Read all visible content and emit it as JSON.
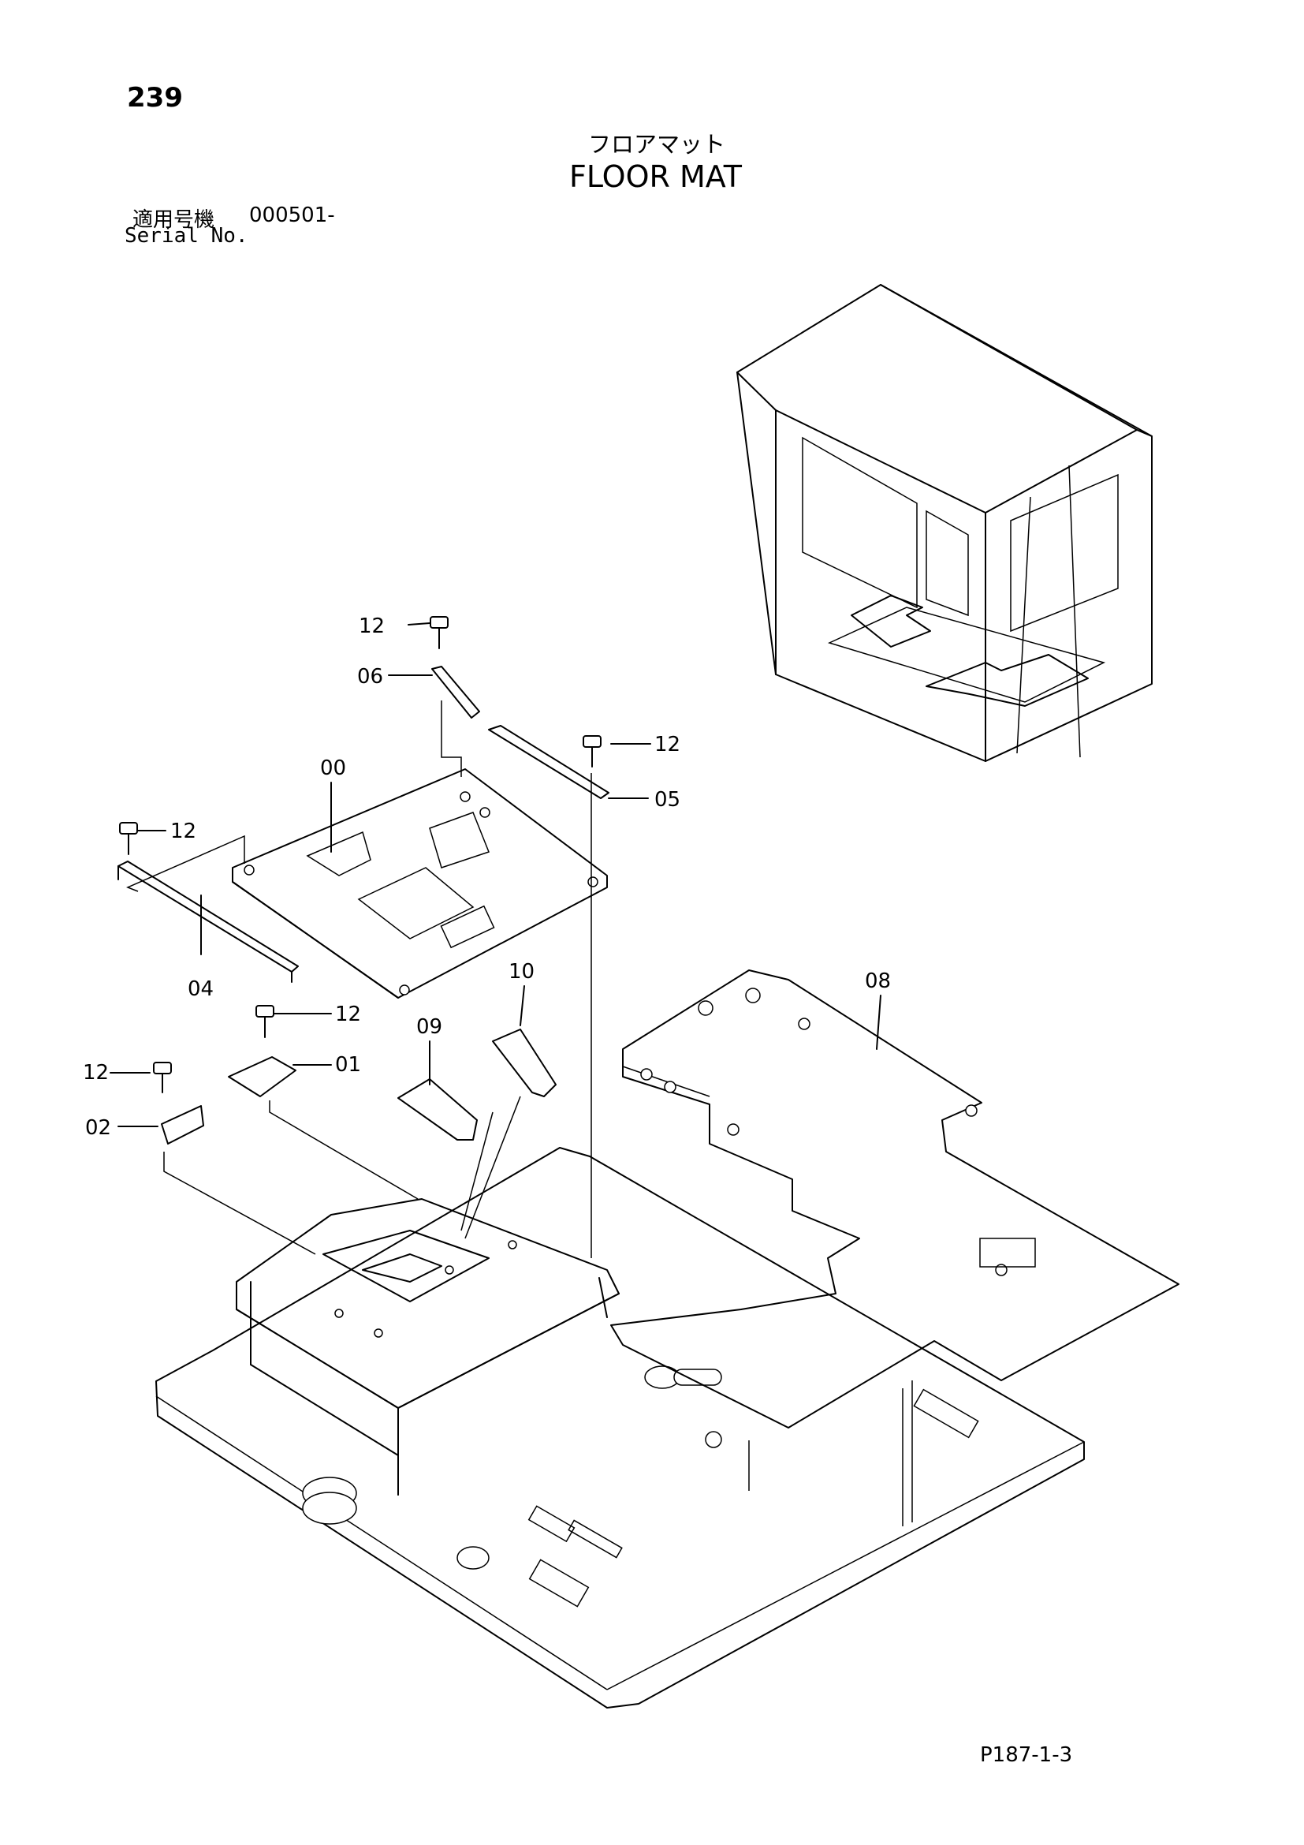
{
  "header": {
    "page_number": "239",
    "title_jp": "フロアマット",
    "title_en": "FLOOR MAT",
    "serial_label_jp": "適用号機",
    "serial_value": "000501-",
    "serial_label_en": "Serial No."
  },
  "footer": {
    "page_code": "P187-1-3"
  },
  "callouts": {
    "c00": "00",
    "c01": "01",
    "c02": "02",
    "c04": "04",
    "c05": "05",
    "c06": "06",
    "c08": "08",
    "c09": "09",
    "c10": "10",
    "c12a": "12",
    "c12b": "12",
    "c12c": "12",
    "c12d": "12",
    "c12e": "12"
  }
}
